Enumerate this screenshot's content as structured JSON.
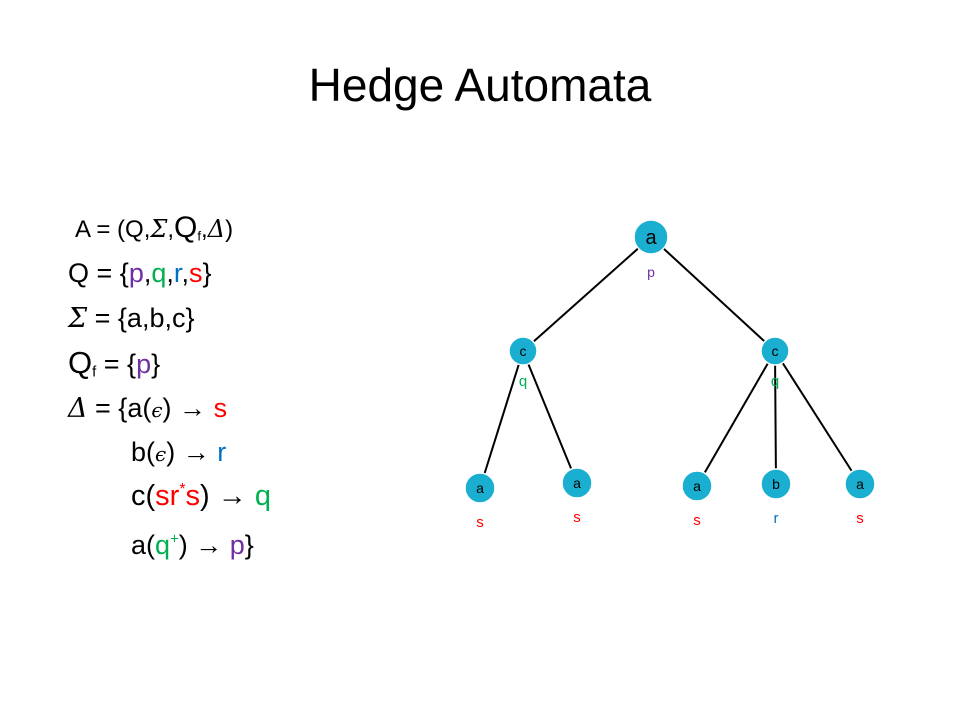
{
  "title": "Hedge Automata",
  "def": {
    "A": "A",
    "Q": "Q",
    "Sigma": "Σ",
    "Qf_base": "Q",
    "Qf_sub": "f",
    "Delta": "Δ",
    "eq": " = ",
    "open_paren": "(",
    "close_paren": ")",
    "comma": ",",
    "open_brace": "{",
    "close_brace": "}"
  },
  "states": {
    "p": "p",
    "q": "q",
    "r": "r",
    "s": "s"
  },
  "alphabet": {
    "a": "a",
    "b": "b",
    "c": "c"
  },
  "rules": {
    "epsilon": "ϵ",
    "arrow": " → ",
    "star": "*",
    "plus": "+"
  },
  "colors": {
    "p": "#7030a0",
    "q": "#00b050",
    "r": "#0070c0",
    "s": "#ff0000",
    "node_fill": "#1aafd0",
    "edge": "#000000"
  },
  "tree": {
    "nodes": [
      {
        "id": "n0",
        "symbol": "a",
        "state": "p",
        "parent": null
      },
      {
        "id": "n1",
        "symbol": "c",
        "state": "q",
        "parent": "n0"
      },
      {
        "id": "n2",
        "symbol": "c",
        "state": "q",
        "parent": "n0"
      },
      {
        "id": "n3",
        "symbol": "a",
        "state": "s",
        "parent": "n1"
      },
      {
        "id": "n4",
        "symbol": "a",
        "state": "s",
        "parent": "n1"
      },
      {
        "id": "n5",
        "symbol": "a",
        "state": "s",
        "parent": "n2"
      },
      {
        "id": "n6",
        "symbol": "b",
        "state": "r",
        "parent": "n2"
      },
      {
        "id": "n7",
        "symbol": "a",
        "state": "s",
        "parent": "n2"
      }
    ]
  }
}
